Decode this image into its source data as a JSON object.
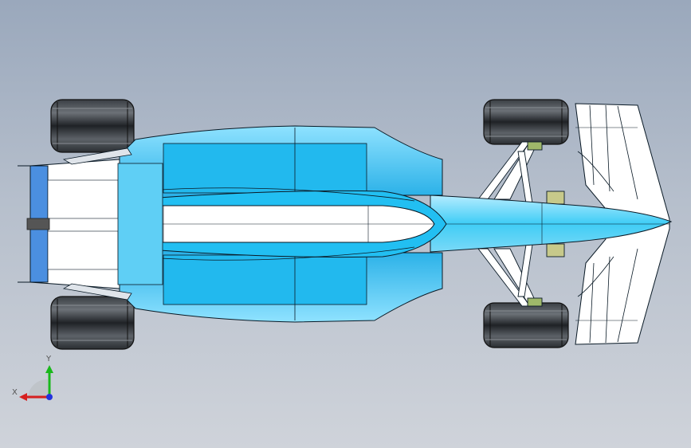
{
  "viewport": {
    "name": "graphics-area",
    "background_top": "#9aa8bc",
    "background_bottom": "#cfd3da"
  },
  "model": {
    "name": "formula-car-top-view",
    "body_color": "#2ec8f5",
    "body_dark": "#1aa0d8",
    "body_light": "#9fe6ff",
    "white_panel": "#ffffff",
    "tire_color": "#2b2f33",
    "outline": "#0a1a26"
  },
  "triad": {
    "x_label": "X",
    "y_label": "Y",
    "x_color": "#d62020",
    "y_color": "#19b81b",
    "z_color": "#2233dd"
  }
}
